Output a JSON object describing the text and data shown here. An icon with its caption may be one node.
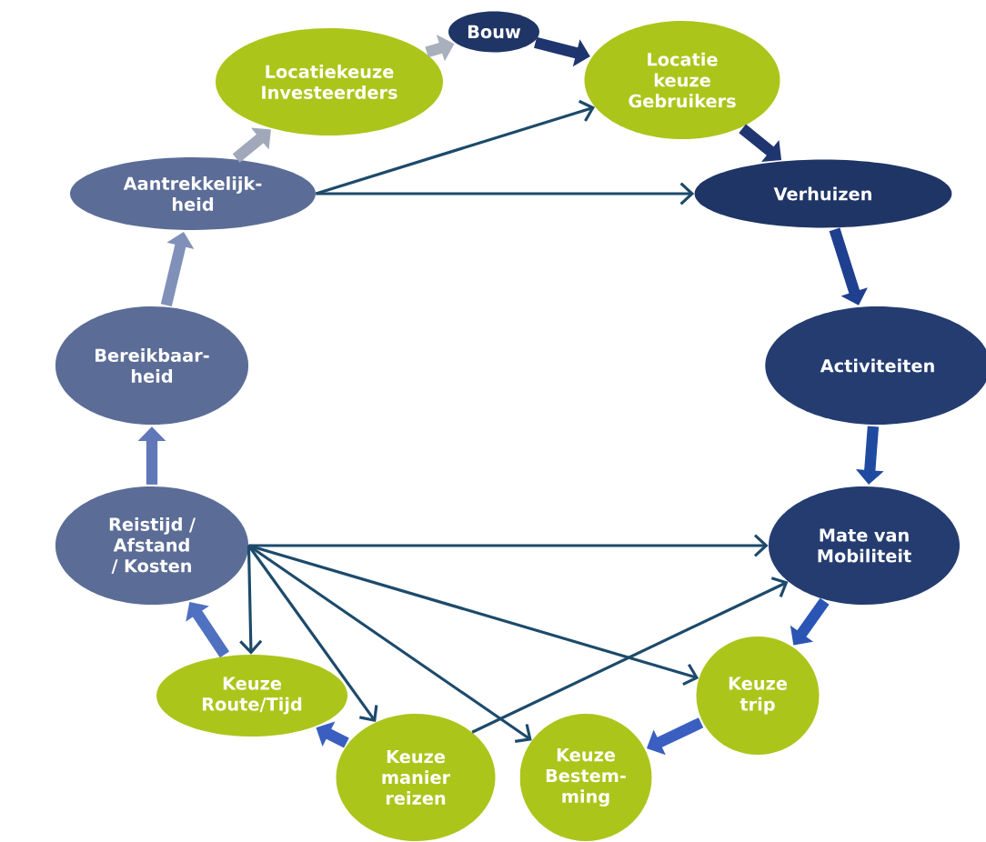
{
  "diagram": {
    "nodes": [
      {
        "text": [
          "Bouw"
        ]
      },
      {
        "text": [
          "Locatiekeuze Investeerders"
        ]
      },
      {
        "text": [
          "Locatie keuze Gebruikers"
        ]
      },
      {
        "text": [
          "Aantrekkelijk-heid"
        ]
      },
      {
        "text": [
          "Verhuizen"
        ]
      },
      {
        "text": [
          "Bereikbaar-heid"
        ]
      },
      {
        "text": [
          "Activiteiten"
        ]
      },
      {
        "text": [
          "Reistijd / Afstand / Kosten"
        ]
      },
      {
        "text": [
          "Mate van Mobiliteit"
        ]
      },
      {
        "text": [
          "Keuze Route/Tijd"
        ]
      },
      {
        "text": [
          "Keuze trip"
        ]
      },
      {
        "text": [
          "Keuze manier reizen"
        ]
      },
      {
        "text": [
          "Keuze Bestem-ming"
        ]
      }
    ],
    "edges": [
      {
        "from": 1,
        "to": 0,
        "arrow": "to",
        "color": "#a9b0bd"
      },
      {
        "from": 0,
        "to": 2,
        "arrow": "to",
        "color": "#1f3570"
      },
      {
        "from": 2,
        "to": 4,
        "arrow": "to",
        "color": "#1f3570"
      },
      {
        "from": 4,
        "to": 6,
        "arrow": "to",
        "color": "#1f3f8f"
      },
      {
        "from": 6,
        "to": 8,
        "arrow": "to",
        "color": "#1f4aa0"
      },
      {
        "from": 8,
        "to": 10,
        "arrow": "to",
        "color": "#2a55b5"
      },
      {
        "from": 10,
        "to": 12,
        "arrow": "to",
        "color": "#3a5fc0"
      },
      {
        "from": 11,
        "to": 9,
        "arrow": "to",
        "color": "#3a5fc0"
      },
      {
        "from": 9,
        "to": 7,
        "arrow": "to",
        "color": "#5070c0"
      },
      {
        "from": 7,
        "to": 5,
        "arrow": "to",
        "color": "#6078b8"
      },
      {
        "from": 5,
        "to": 3,
        "arrow": "to",
        "color": "#8090b8"
      },
      {
        "from": 3,
        "to": 1,
        "arrow": "to",
        "color": "#a0a8ba"
      },
      {
        "from": 3,
        "to": 2,
        "arrow": "to"
      },
      {
        "from": 3,
        "to": 4,
        "arrow": "to"
      },
      {
        "from": 7,
        "to": 8,
        "arrow": "to"
      },
      {
        "from": 7,
        "to": 9,
        "arrow": "to"
      },
      {
        "from": 7,
        "to": 11,
        "arrow": "to"
      },
      {
        "from": 7,
        "to": 12,
        "arrow": "to"
      },
      {
        "from": 7,
        "to": 10,
        "arrow": "to"
      },
      {
        "from": 11,
        "to": 8,
        "arrow": "to"
      }
    ]
  }
}
